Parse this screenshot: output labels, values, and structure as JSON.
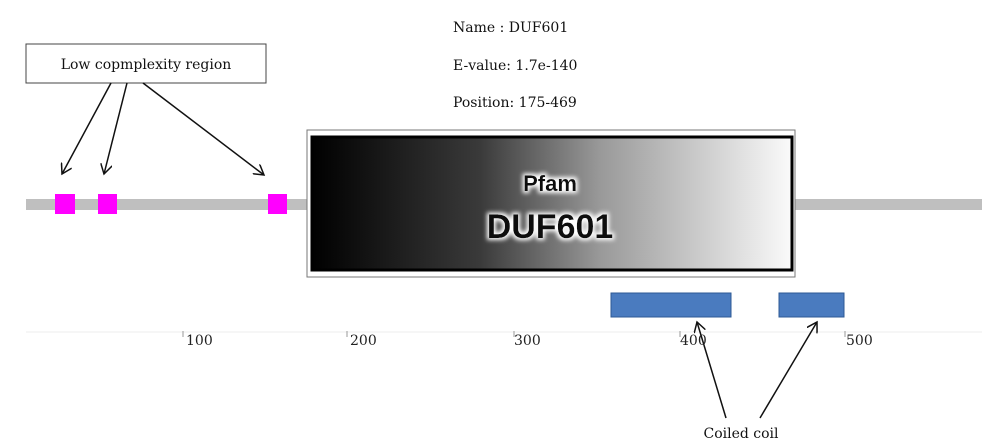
{
  "info": {
    "name": "Name : DUF601",
    "evalue": "E-value: 1.7e-140",
    "position": "Position: 175-469"
  },
  "domain": {
    "source": "Pfam",
    "name": "DUF601"
  },
  "annotations": {
    "low_complexity": "Low copmplexity region",
    "coiled_coil": "Coiled coil"
  },
  "axis": {
    "ticks": [
      "100",
      "200",
      "300",
      "400",
      "500"
    ]
  },
  "colors": {
    "low_complexity": "#ff00ff",
    "coiled_coil": "#4a7bbf",
    "backbone": "#bfbfbf"
  }
}
